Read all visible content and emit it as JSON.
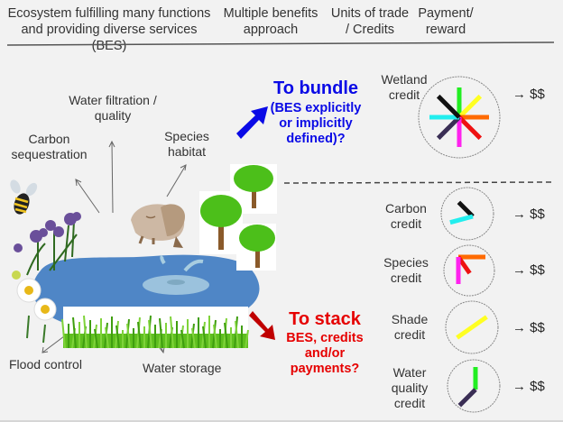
{
  "header": {
    "col1": [
      "Ecosystem fulfilling many functions",
      "and providing diverse services (BES)"
    ],
    "col2": [
      "Multiple benefits",
      "approach"
    ],
    "col3": [
      "Units of trade",
      "/ Credits"
    ],
    "col4": [
      "Payment/",
      "reward"
    ]
  },
  "services": {
    "water_filtration": [
      "Water filtration /",
      "quality"
    ],
    "carbon": [
      "Carbon",
      "sequestration"
    ],
    "species": [
      "Species",
      "habitat"
    ],
    "flood": "Flood control",
    "storage": "Water storage"
  },
  "bundle": {
    "title": "To bundle",
    "sub": [
      "(BES explicitly",
      "or implicitly",
      "defined)?"
    ],
    "color": "#0a0ae6"
  },
  "stack": {
    "title": "To stack",
    "sub": [
      "BES, credits",
      "and/or",
      "payments?"
    ],
    "color": "#e60000"
  },
  "credits": [
    {
      "name": "wetland",
      "label": [
        "Wetland",
        "credit"
      ],
      "payment": "→ $$",
      "spokes": [
        {
          "service": "water quality",
          "color": "#22ee22",
          "angle": 0
        },
        {
          "service": "shade",
          "color": "#ffff22",
          "angle": 45
        },
        {
          "service": "species-orange",
          "color": "#ff6a00",
          "angle": 90
        },
        {
          "service": "species-red",
          "color": "#ee1111",
          "angle": 135
        },
        {
          "service": "species-magenta",
          "color": "#ff22ee",
          "angle": 180
        },
        {
          "service": "water storage",
          "color": "#3a2e55",
          "angle": 225
        },
        {
          "service": "carbon-cyan",
          "color": "#22eeee",
          "angle": 270
        },
        {
          "service": "carbon-black",
          "color": "#111111",
          "angle": 315
        }
      ]
    },
    {
      "name": "carbon",
      "label": [
        "Carbon",
        "credit"
      ],
      "payment": "→ $$",
      "spokes": [
        {
          "color": "#111111",
          "angle": 315
        },
        {
          "color": "#22eeee",
          "angle": 255
        }
      ]
    },
    {
      "name": "species",
      "label": [
        "Species",
        "credit"
      ],
      "payment": "→ $$",
      "spokes": [
        {
          "color": "#ff6a00",
          "angle": 90
        },
        {
          "color": "#ee1111",
          "angle": 145
        },
        {
          "color": "#ff22ee",
          "angle": 180
        }
      ]
    },
    {
      "name": "shade",
      "label": [
        "Shade",
        "credit"
      ],
      "payment": "→ $$",
      "spokes": [
        {
          "color": "#ffff22",
          "angle": 55
        },
        {
          "color": "#ffff22",
          "angle": 235
        }
      ]
    },
    {
      "name": "water-quality",
      "label": [
        "Water",
        "quality",
        "credit"
      ],
      "payment": "→ $$",
      "spokes": [
        {
          "color": "#22ee22",
          "angle": 0
        },
        {
          "color": "#3a2e55",
          "angle": 225
        }
      ]
    }
  ]
}
